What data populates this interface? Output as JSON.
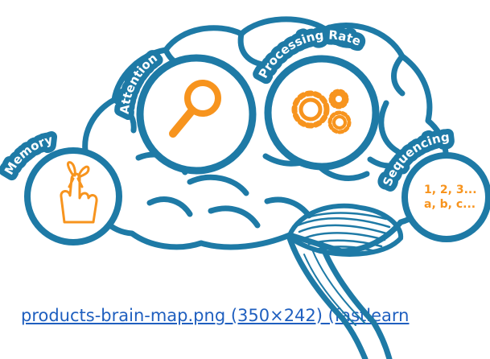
{
  "colors": {
    "outline": "#1e7aa6",
    "icon": "#f7941e",
    "label_text": "#ffffff",
    "link": "#1f5fbf"
  },
  "labels": {
    "memory": "Memory",
    "attention": "Attention",
    "processing_rate": "Processing Rate",
    "sequencing": "Sequencing"
  },
  "icons": {
    "memory": "finger-with-bow-icon",
    "attention": "magnifier-icon",
    "processing_rate": "gears-icon",
    "sequencing": "sequence-text-icon"
  },
  "sequencing_text": {
    "line1": "1, 2, 3...",
    "line2": "a, b, c..."
  },
  "caption": {
    "link_text": "products-brain-map.png (350×242) (fastlearn"
  }
}
